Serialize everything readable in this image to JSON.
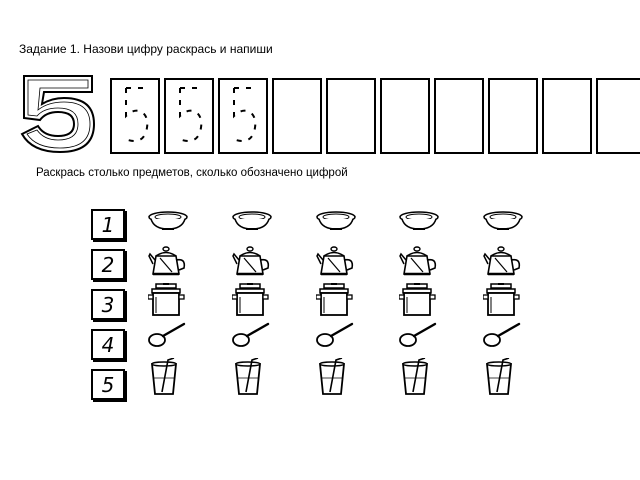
{
  "task": {
    "title": "Задание 1. Назови цифру раскрась  и напиши",
    "digit": "5",
    "instruction": "Раскрась столько предметов, сколько обозначено цифрой"
  },
  "writing_boxes": {
    "total": 10,
    "traced_examples": 3
  },
  "number_cards": [
    {
      "label": "1",
      "object": "plate-icon"
    },
    {
      "label": "2",
      "object": "teapot-icon"
    },
    {
      "label": "3",
      "object": "pot-icon"
    },
    {
      "label": "4",
      "object": "spoon-icon"
    },
    {
      "label": "5",
      "object": "glass-icon"
    }
  ],
  "items_per_row": 5
}
